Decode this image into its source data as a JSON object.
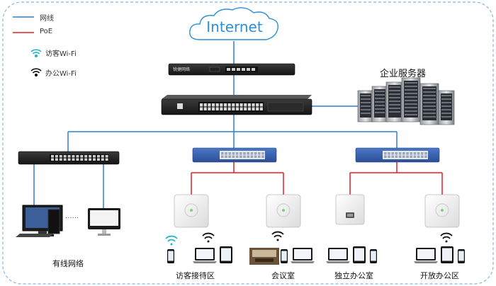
{
  "legend": {
    "network_label": "网线",
    "poe_label": "PoE",
    "guest_wifi_label": "访客Wi-Fi",
    "office_wifi_label": "办公Wi-Fi"
  },
  "cloud_label": "Internet",
  "server_label": "企业服务器",
  "router_brand": "锐捷网络",
  "zones": {
    "wired": "有线网络",
    "reception": "访客接待区",
    "meeting": "会议室",
    "private_office": "独立办公室",
    "open_office": "开放办公区"
  },
  "ellipsis": "......",
  "colors": {
    "network_line": "#2a7fd6",
    "poe_line": "#e02020",
    "guest_wifi": "#27b4c9",
    "office_wifi": "#111111",
    "border": "#7fb4e6"
  }
}
